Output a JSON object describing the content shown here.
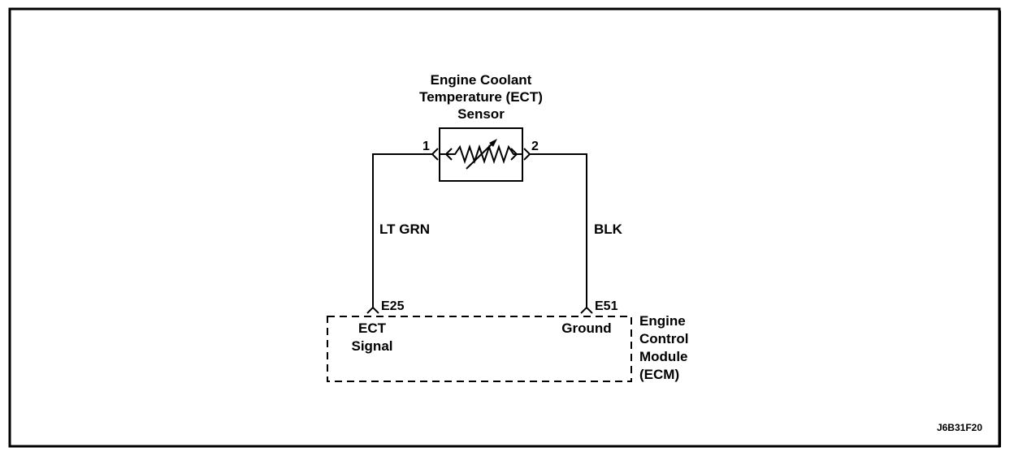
{
  "sensor": {
    "title_lines": [
      "Engine Coolant",
      "Temperature (ECT)",
      "Sensor"
    ],
    "pin_left": "1",
    "pin_right": "2"
  },
  "wires": {
    "left_color": "LT GRN",
    "right_color": "BLK"
  },
  "ecm": {
    "terminal_left": "E25",
    "terminal_right": "E51",
    "signal_lines": [
      "ECT",
      "Signal"
    ],
    "ground_label": "Ground",
    "module_lines": [
      "Engine",
      "Control",
      "Module",
      "(ECM)"
    ]
  },
  "figure_code": "J6B31F20"
}
